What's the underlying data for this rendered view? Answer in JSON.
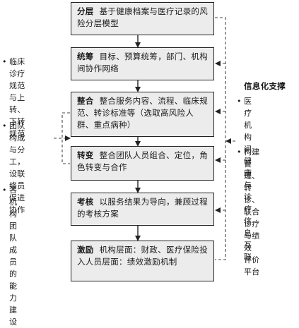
{
  "boxes": [
    {
      "head": "分层",
      "body": "基于健康档案与医疗记录的风险分层模型"
    },
    {
      "head": "统筹",
      "body": "目标、预算统筹，部门、机构间协作网络"
    },
    {
      "head": "整合",
      "body": "整合服务内容、流程、临床规范、转诊标准等（选取高风险人群、重点病种）"
    },
    {
      "head": "转变",
      "body": "整合团队人员组合、定位，角色转变与合作"
    },
    {
      "head": "考核",
      "body": "以服务结果为导向，兼顾过程的考核方案"
    },
    {
      "head": "激励",
      "body": "机构层面：财政、医疗保险投入人员层面：绩效激励机制"
    }
  ],
  "left_items": [
    {
      "bullet": "•",
      "text": "临床诊疗\n规范与上\n转、下转\n规范"
    },
    {
      "bullet": "•",
      "text": "团队构成\n与分工，\n设联络员\n促进协作"
    },
    {
      "bullet": "•",
      "text": "各机构团\n队成员的\n能力建设"
    }
  ],
  "right_panel": {
    "title": "信息化支撑",
    "items": [
      {
        "bullet": "•",
        "text": "医疗机构间\n健康与诊疗\n信息互联"
      },
      {
        "bullet": "•",
        "text": "构建管理、\n转诊、联合\n诊疗与绩效\n评价平台"
      }
    ]
  }
}
